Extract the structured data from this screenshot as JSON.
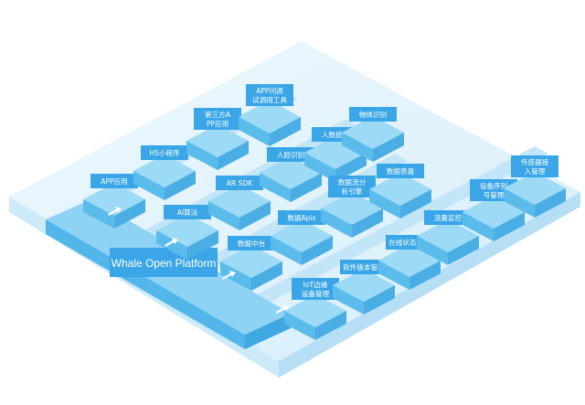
{
  "platform": {
    "name": "Whale Open Platform"
  },
  "colors": {
    "base_top": "#e3f4fd",
    "base_side": "#bfe5f8",
    "block_top": "#9cdaf6",
    "block_left": "#5bbbeb",
    "block_right": "#4aaee4",
    "label_bg": "#3aa6e8",
    "arrow": "#ffffff"
  },
  "groups": {
    "top": [
      "APP应用",
      "H5小程序",
      "第三方APP应用",
      "APP问调试调用工具"
    ],
    "second": [
      "AI算法",
      "AR SDK",
      "人脸识别",
      "人数统计",
      "物体识别"
    ],
    "third": [
      "数据中台",
      "数据Apis",
      "数据流分析引擎",
      "数据表盘"
    ],
    "bottom": [
      "IoT边缘设备管理",
      "软件版本管理",
      "在线状态监控",
      "流量监控",
      "设备序列号管理",
      "传感器接入管理"
    ]
  }
}
